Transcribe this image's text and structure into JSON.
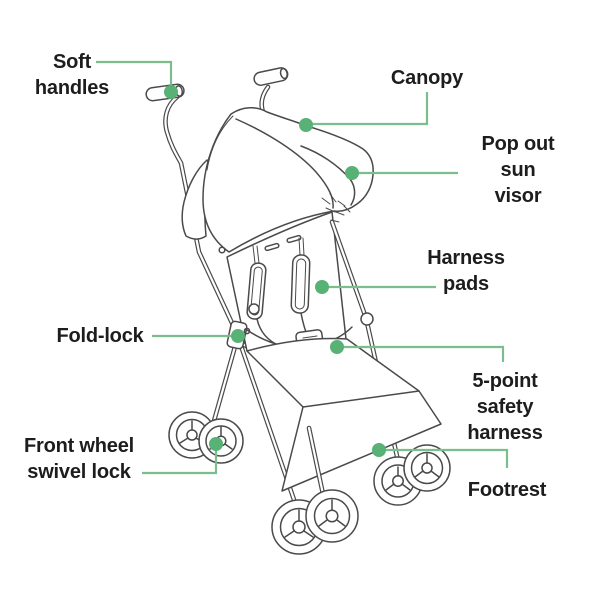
{
  "diagram": {
    "subject": "Stroller feature diagram",
    "accent_dot_color": "#58b175",
    "connector_color": "#7cbd8d",
    "text_color": "#1d1d1d",
    "labels": {
      "soft_handles": "Soft\nhandles",
      "canopy": "Canopy",
      "pop_out_sun_visor": "Pop out\nsun visor",
      "harness_pads": "Harness\npads",
      "fold_lock": "Fold-lock",
      "five_point_safety_harness": "5-point\nsafety harness",
      "front_wheel_swivel_lock": "Front wheel\nswivel lock",
      "footrest": "Footrest"
    }
  }
}
